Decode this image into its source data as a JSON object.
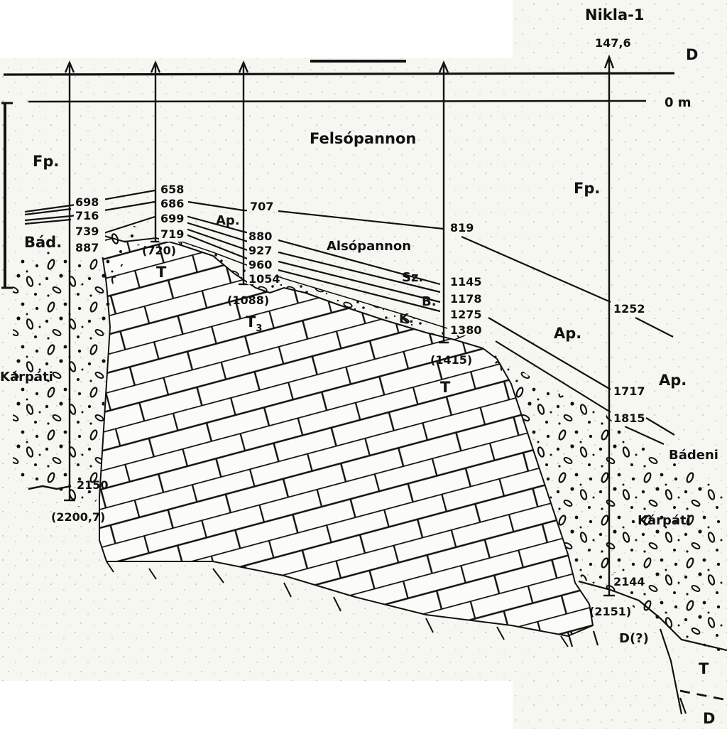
{
  "well_name": "Nikla-1",
  "elevation": "147,6",
  "datum_labels": {
    "d_top": "D",
    "zero": "0 m"
  },
  "units": {
    "felsopannon": "Felsópannon",
    "alsopannon": "Alsópannon",
    "fp_left": "Fp.",
    "fp_right": "Fp.",
    "ap_left": "Ap.",
    "ap_right_1": "Ap.",
    "ap_right_2": "Ap.",
    "bad_left": "Bád.",
    "badeni": "Bádeni",
    "karpati_left": "Kárpáti",
    "karpati_right": "Kárpáti",
    "sz": "Sz.",
    "b": "B.",
    "k": "K.",
    "t_1": "T",
    "t_2": "T",
    "t3": "T",
    "t3_sub": "3",
    "t_right": "T",
    "d_question": "D(?)",
    "d_bottom": "D"
  },
  "well_1": {
    "depths": [
      "698",
      "716",
      "739",
      "887"
    ],
    "base": "2150",
    "total_depth": "(2200,7)"
  },
  "well_2": {
    "depths": [
      "658",
      "686",
      "699",
      "719"
    ],
    "total_depth": "(720)"
  },
  "well_3": {
    "depths": [
      "707",
      "880",
      "927",
      "960",
      "1054"
    ],
    "total_depth": "(1088)"
  },
  "well_4": {
    "depths": [
      "819",
      "1145",
      "1178",
      "1275",
      "1380"
    ],
    "total_depth": "(1415)"
  },
  "well_5": {
    "depths": [
      "1252",
      "1717",
      "1815",
      "2144"
    ],
    "total_depth": "(2151)"
  }
}
